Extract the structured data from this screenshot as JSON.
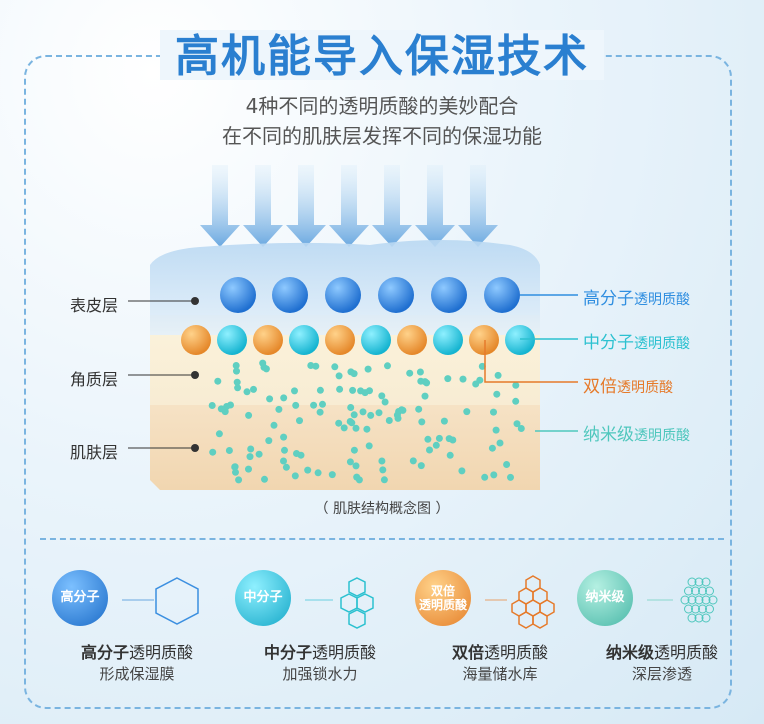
{
  "header": {
    "title": "高机能导入保湿技术",
    "subtitle_line1": "4种不同的透明质酸的美妙配合",
    "subtitle_line2": "在不同的肌肤层发挥不同的保湿功能"
  },
  "layers": {
    "epidermis": "表皮层",
    "stratum": "角质层",
    "skin": "肌肤层"
  },
  "legend": [
    {
      "bold": "高分子",
      "rest": "透明质酸",
      "color": "#2f8ee0"
    },
    {
      "bold": "中分子",
      "rest": "透明质酸",
      "color": "#2cc1d0"
    },
    {
      "bold": "双倍",
      "rest": "透明质酸",
      "color": "#e67a2a"
    },
    {
      "bold": "纳米级",
      "rest": "透明质酸",
      "color": "#4fc7bd"
    }
  ],
  "caption": "（ 肌肤结构概念图 ）",
  "items": [
    {
      "ball": "高分子",
      "title_bold": "高分子",
      "title_rest": "透明质酸",
      "desc": "形成保湿膜",
      "color": "#2a86d8"
    },
    {
      "ball": "中分子",
      "title_bold": "中分子",
      "title_rest": "透明质酸",
      "desc": "加强锁水力",
      "color": "#24b8d0"
    },
    {
      "ball_line1": "双倍",
      "ball_line2": "透明质酸",
      "title_bold": "双倍",
      "title_rest": "透明质酸",
      "desc": "海量储水库",
      "color": "#e8882e"
    },
    {
      "ball": "纳米级",
      "title_bold": "纳米级",
      "title_rest": "透明质酸",
      "desc": "深层渗透",
      "color": "#5cc6b4"
    }
  ]
}
